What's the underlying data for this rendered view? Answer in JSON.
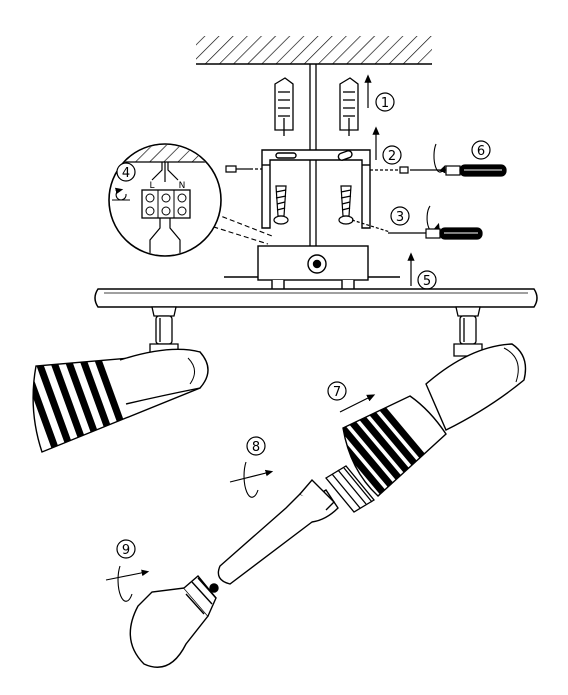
{
  "steps": {
    "s1": "1",
    "s2": "2",
    "s3": "3",
    "s4": "4",
    "s5": "5",
    "s6": "6",
    "s7": "7",
    "s8": "8",
    "s9": "9"
  },
  "terminal": {
    "l": "L",
    "n": "N"
  },
  "colors": {
    "ink": "#000000",
    "paper": "#ffffff",
    "shade": "#d8d8d8"
  }
}
